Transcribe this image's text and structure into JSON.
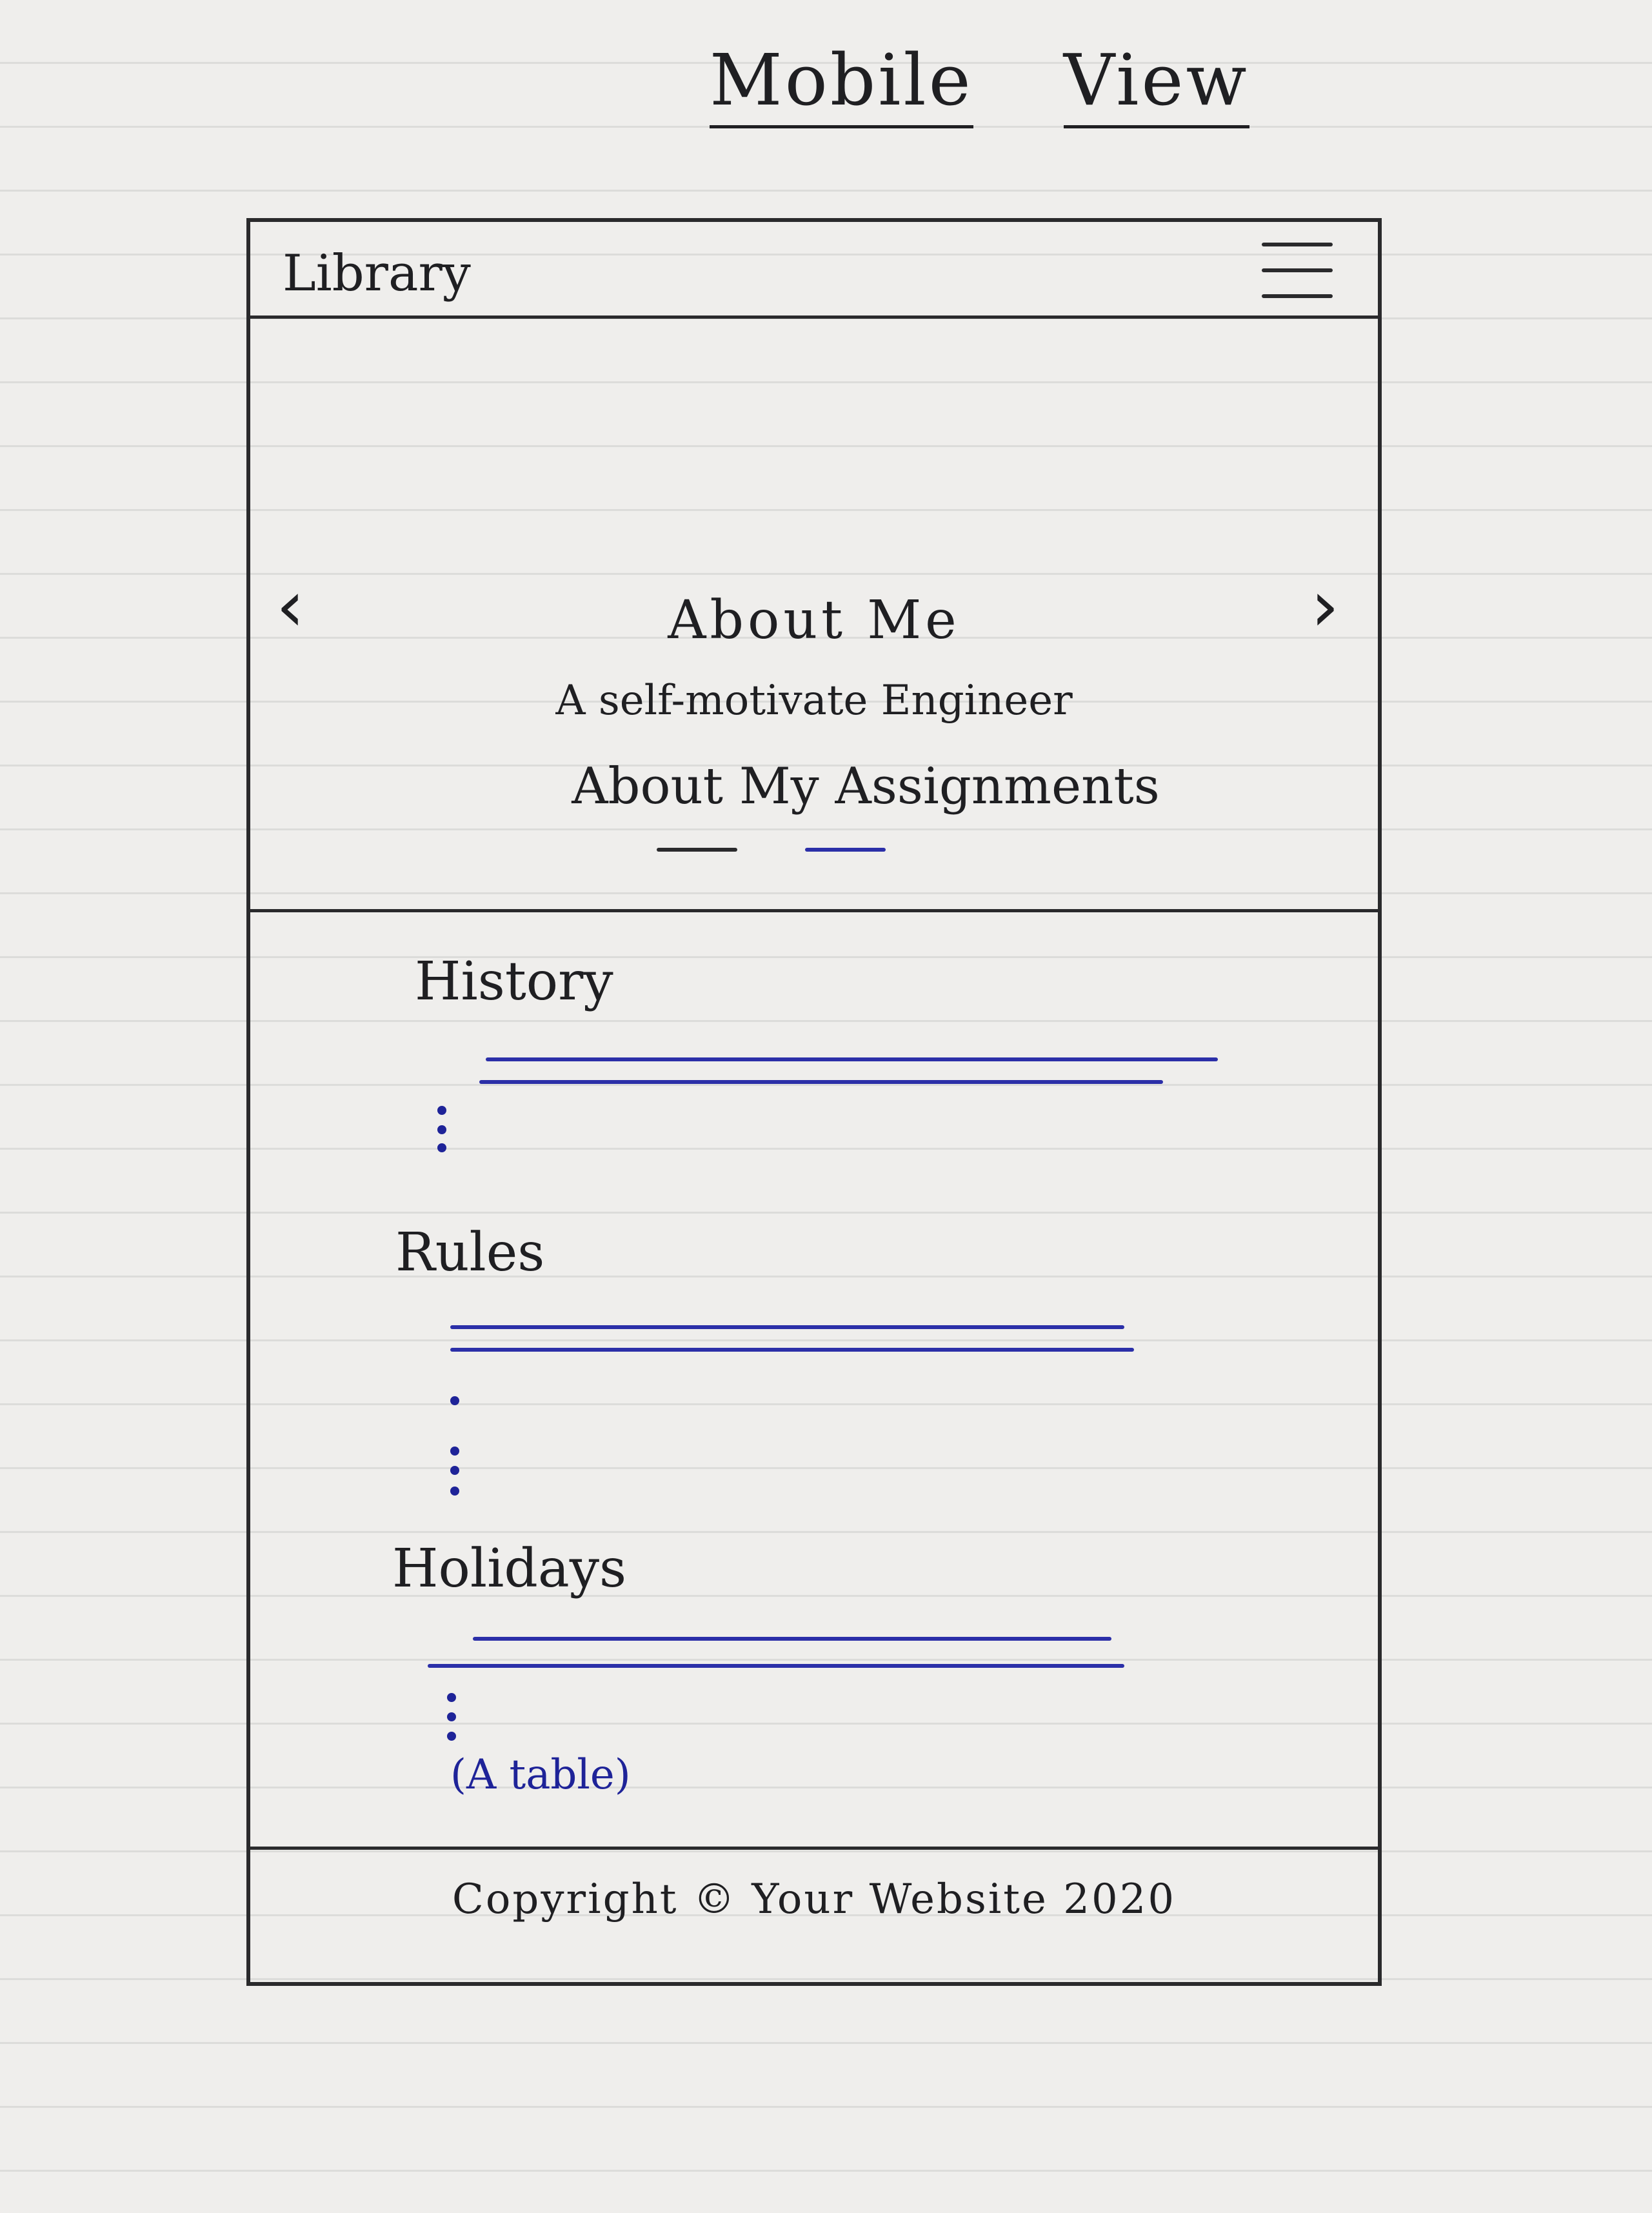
{
  "page_title": {
    "word1": "Mobile",
    "word2": "View"
  },
  "navbar": {
    "brand": "Library",
    "menu_icon": "hamburger-menu-icon"
  },
  "hero": {
    "prev_icon": "chevron-left-icon",
    "next_icon": "chevron-right-icon",
    "prev_glyph": "‹",
    "next_glyph": "›",
    "title": "About Me",
    "subtitle": "A self-motivate Engineer",
    "link": "About My Assignments"
  },
  "sections": {
    "history": {
      "heading": "History"
    },
    "rules": {
      "heading": "Rules"
    },
    "holidays": {
      "heading": "Holidays",
      "note": "(A table)"
    }
  },
  "footer": {
    "text": "Copyright © Your Website 2020"
  },
  "colors": {
    "ink": "#1f1f22",
    "blue_ink": "#2b2fa8",
    "paper": "#efeeec"
  }
}
